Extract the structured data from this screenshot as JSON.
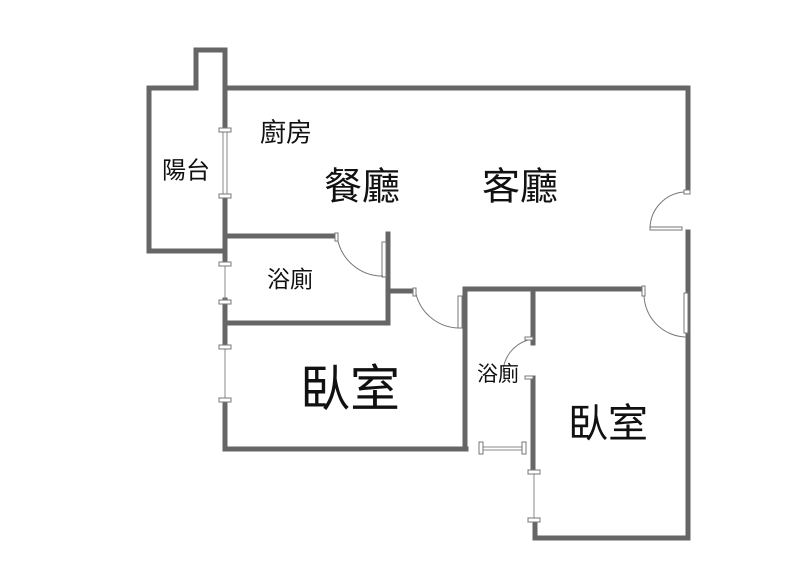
{
  "rooms": {
    "kitchen": "廚房",
    "dining": "餐廳",
    "living": "客廳",
    "balcony": "陽台",
    "bath1": "浴廁",
    "bedroom1": "臥室",
    "bath2": "浴廁",
    "bedroom2": "臥室"
  },
  "colors": {
    "wall": "#666666",
    "background": "#ffffff"
  }
}
